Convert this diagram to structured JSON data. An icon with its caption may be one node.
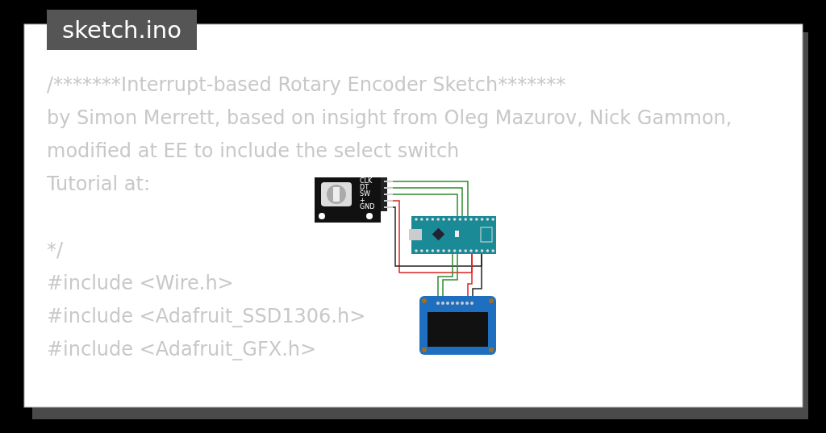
{
  "diagram": {
    "nodes": [
      {
        "text": [
          "CLK",
          "DT",
          "SW",
          "+",
          "GND"
        ]
      },
      {
        "text": [],
        "shape": "picture"
      },
      {
        "text": [],
        "shape": "picture"
      }
    ],
    "edges": [
      {
        "from": 0,
        "to": 1,
        "arrow": "none"
      },
      {
        "from": 0,
        "to": 1,
        "arrow": "none"
      },
      {
        "from": 0,
        "to": 1,
        "arrow": "none"
      },
      {
        "from": 0,
        "to": 1,
        "arrow": "none",
        "color": "#e02020"
      },
      {
        "from": 0,
        "to": 1,
        "arrow": "none",
        "color": "#222222"
      },
      {
        "from": 1,
        "to": 2,
        "arrow": "none"
      },
      {
        "from": 1,
        "to": 2,
        "arrow": "none"
      },
      {
        "from": 1,
        "to": 2,
        "arrow": "none",
        "color": "#e02020"
      },
      {
        "from": 1,
        "to": 2,
        "arrow": "none",
        "color": "#222222"
      }
    ],
    "labels": [
      "sketch.ino",
      "/*******Interrupt-based Rotary Encoder Sketch*******",
      "by Simon Merrett, based on insight from Oleg Mazurov, Nick Gammon,",
      "modified at EE to include the select switch",
      "Tutorial at:",
      "*/",
      "#include <Wire.h>",
      "#include <Adafruit_SSD1306.h>",
      "#include <Adafruit_GFX.h>"
    ]
  }
}
